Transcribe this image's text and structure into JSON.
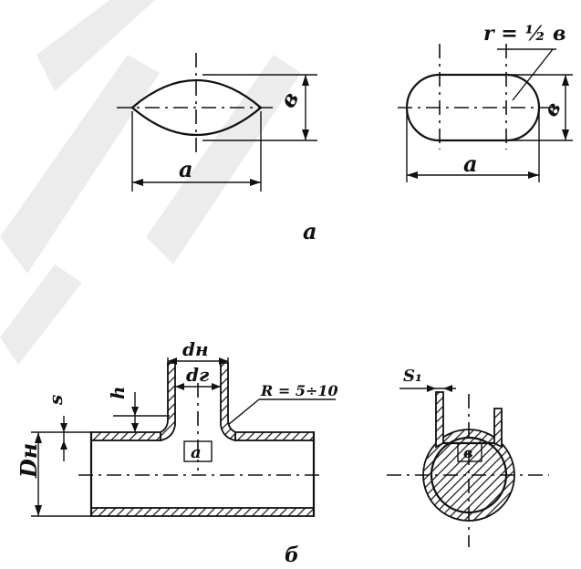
{
  "labels": {
    "dim_a_left": "a",
    "dim_b_left": "в",
    "dim_a_right": "a",
    "dim_b_right": "в",
    "radius_formula": "r = ½ в",
    "fig_a": "а",
    "dim_dn": "Dн",
    "dim_s": "s",
    "dim_h": "h",
    "dim_du": "dн",
    "dim_dr": "dг",
    "box_a": "a",
    "radius_range": "R = 5÷10",
    "dim_s1": "S₁",
    "box_b": "в",
    "fig_b": "б"
  }
}
